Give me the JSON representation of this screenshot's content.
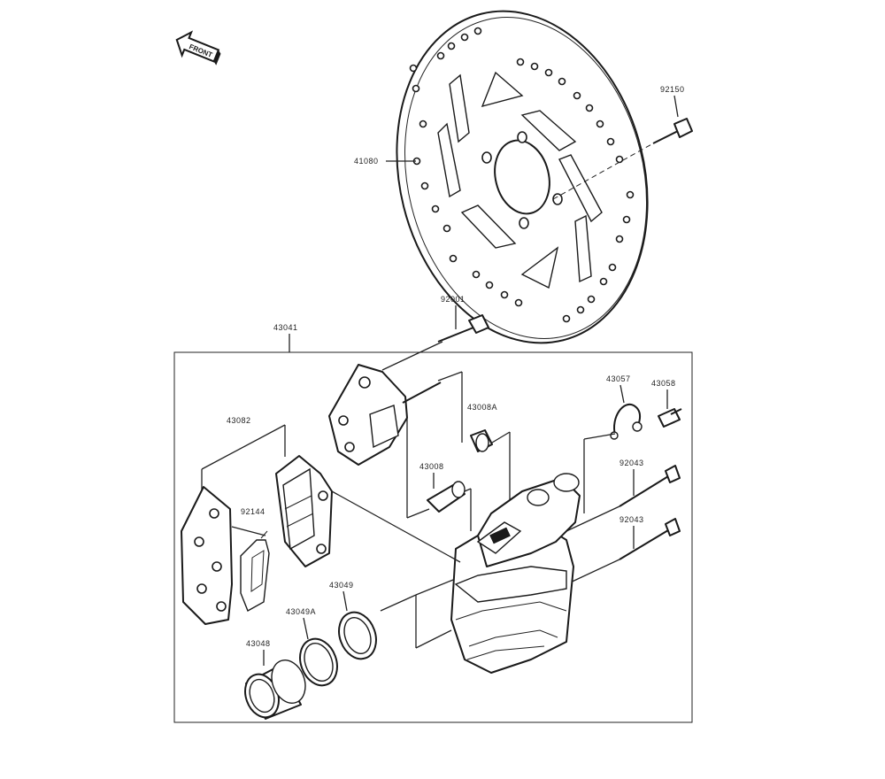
{
  "badge": {
    "text": "FRONT"
  },
  "labels": {
    "disc": "41080",
    "disc_bolt": "92150",
    "bolt_top": "92001",
    "caliper_assy": "43041",
    "pad_set": "43082",
    "seal_a": "43008A",
    "seal": "43008",
    "clip": "43057",
    "bleeder": "43058",
    "pin_1": "92043",
    "pin_2": "92043",
    "shim": "92144",
    "piston_seal": "43049",
    "dust_seal": "43049A",
    "piston": "43048"
  }
}
